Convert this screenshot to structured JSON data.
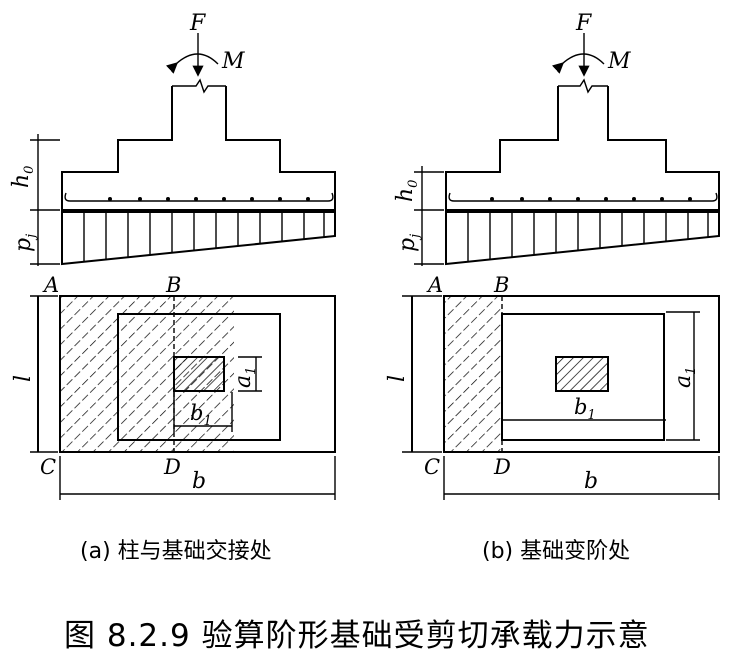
{
  "labels": {
    "force": "F",
    "moment": "M",
    "depth": "h",
    "depth_sub": "0",
    "pressure": "p",
    "pressure_sub": "j",
    "length": "l",
    "width": "b",
    "a1": "a",
    "a1_sub": "1",
    "b1": "b",
    "b1_sub": "1",
    "point_a": "A",
    "point_b": "B",
    "point_c": "C",
    "point_d": "D"
  },
  "captions": {
    "left": "(a) 柱与基础交接处",
    "right": "(b) 基础变阶处"
  },
  "title": "图 8.2.9   验算阶形基础受剪切承载力示意"
}
